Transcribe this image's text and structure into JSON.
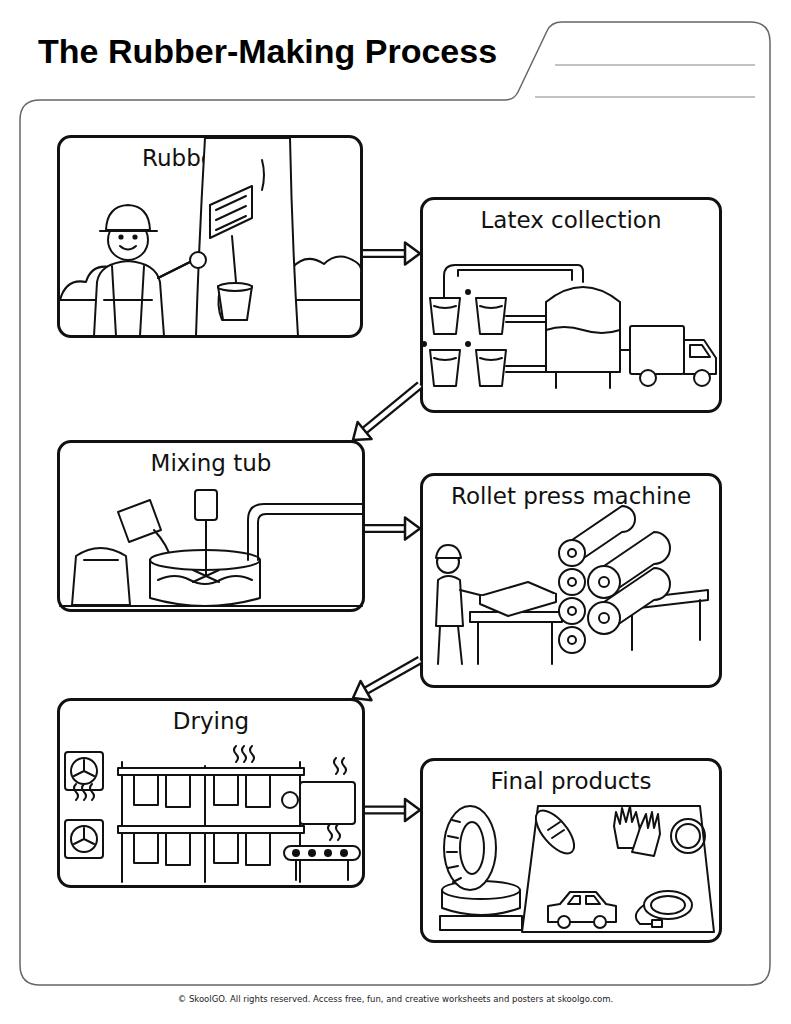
{
  "diagram": {
    "title": "The Rubber-Making Process",
    "nodes": [
      {
        "text": [
          "Rubber tree"
        ]
      },
      {
        "text": [
          "Latex collection"
        ]
      },
      {
        "text": [
          "Mixing tub"
        ]
      },
      {
        "text": [
          "Rollet press machine"
        ]
      },
      {
        "text": [
          "Drying"
        ]
      },
      {
        "text": [
          "Final products"
        ]
      }
    ],
    "edges": [
      {
        "from": 0,
        "to": 1,
        "arrow": "to"
      },
      {
        "from": 1,
        "to": 2,
        "arrow": "to"
      },
      {
        "from": 2,
        "to": 3,
        "arrow": "to"
      },
      {
        "from": 3,
        "to": 4,
        "arrow": "to"
      },
      {
        "from": 4,
        "to": 5,
        "arrow": "to"
      }
    ],
    "labels": [
      "© SkoolGO. All rights reserved. Access free, fun, and creative worksheets and posters at skoolgo.com."
    ]
  }
}
